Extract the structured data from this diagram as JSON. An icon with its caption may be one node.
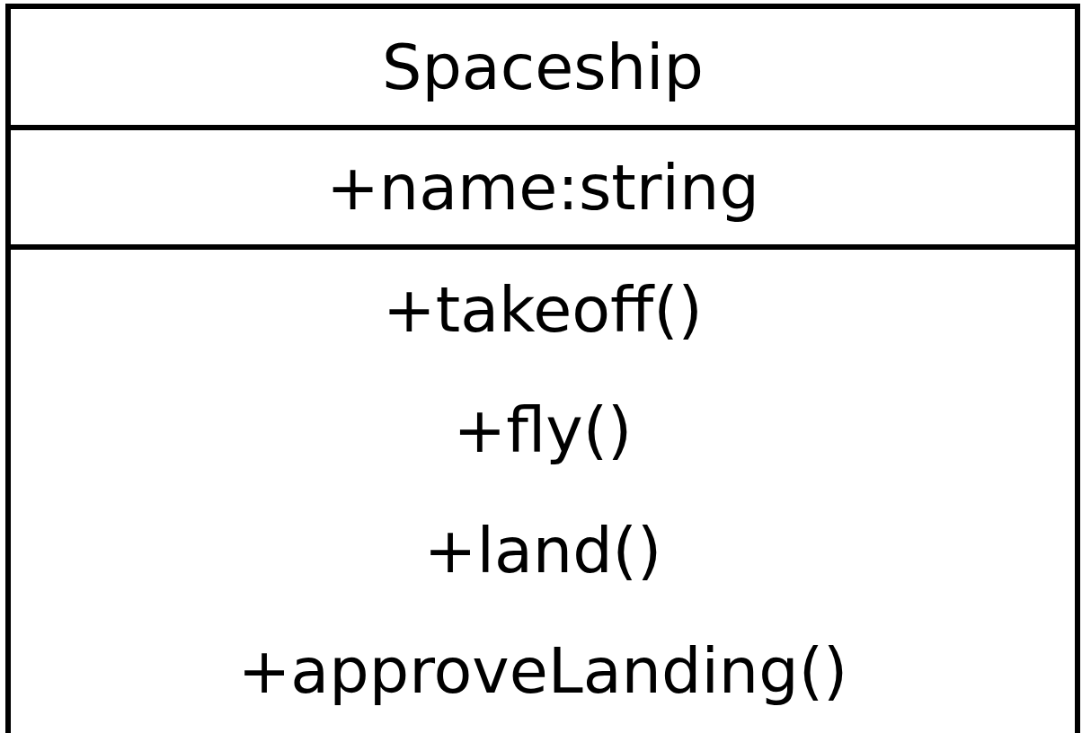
{
  "diagram": {
    "nodes": [
      {
        "text": [
          "Spaceship"
        ]
      },
      {
        "text": [
          "+name:string"
        ]
      },
      {
        "text": [
          "+takeoff()",
          "+fly()",
          "+land()",
          "+approveLanding()"
        ]
      }
    ]
  }
}
